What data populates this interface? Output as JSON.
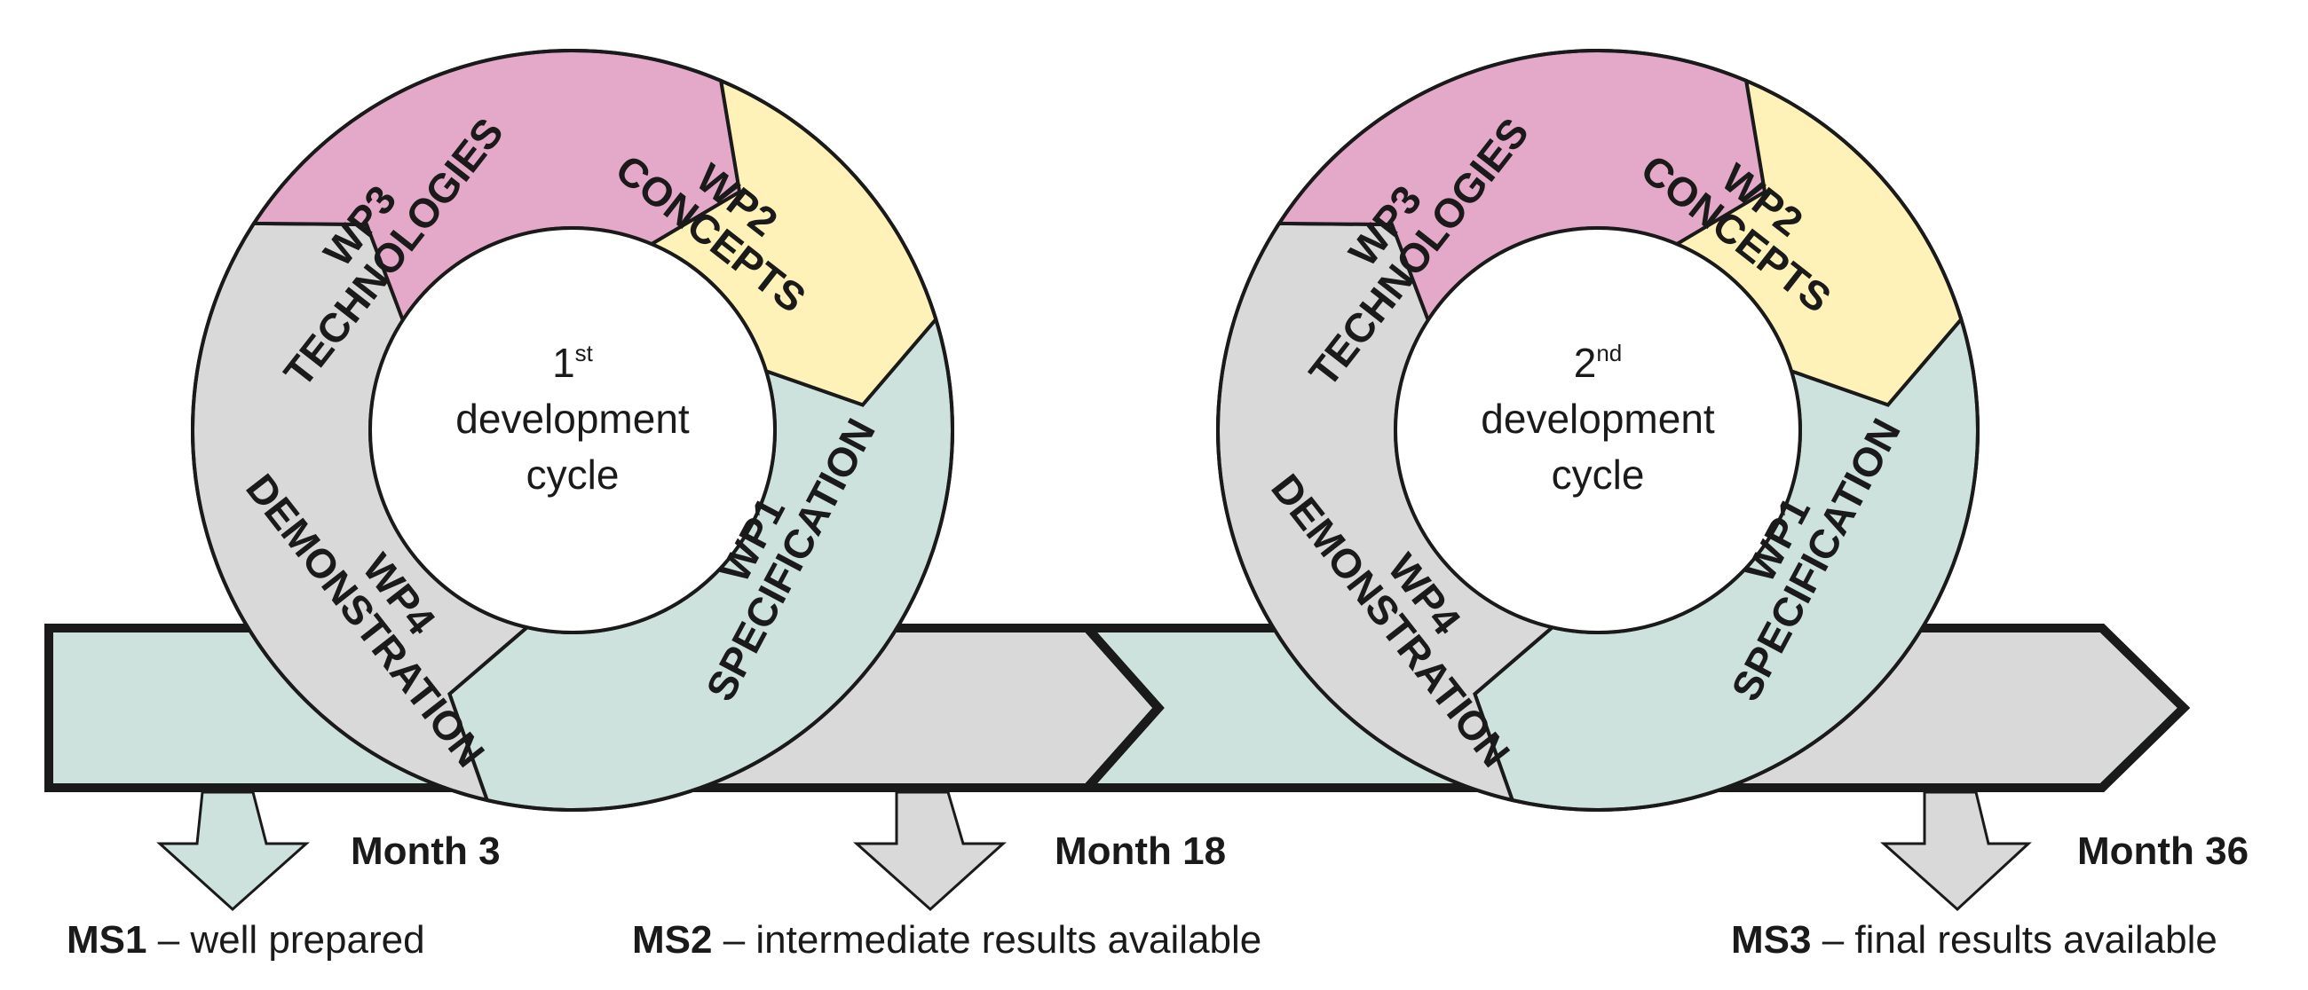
{
  "colors": {
    "teal": "#cde2dc",
    "grey": "#d9d9d9",
    "pink": "#e4a9c9",
    "yellow": "#fff2b8",
    "outline": "#1a1a1a"
  },
  "cycles": [
    {
      "num": "1",
      "sup": "st",
      "line2": "development",
      "line3": "cycle",
      "wp1": {
        "code": "WP1",
        "name": "SPECIFICATION"
      },
      "wp2": {
        "code": "WP2",
        "name": "CONCEPTS"
      },
      "wp3": {
        "code": "WP3",
        "name": "TECHNOLOGIES"
      },
      "wp4": {
        "code": "WP4",
        "name": "DEMONSTRATION"
      }
    },
    {
      "num": "2",
      "sup": "nd",
      "line2": "development",
      "line3": "cycle",
      "wp1": {
        "code": "WP1",
        "name": "SPECIFICATION"
      },
      "wp2": {
        "code": "WP2",
        "name": "CONCEPTS"
      },
      "wp3": {
        "code": "WP3",
        "name": "TECHNOLOGIES"
      },
      "wp4": {
        "code": "WP4",
        "name": "DEMONSTRATION"
      }
    }
  ],
  "milestones": [
    {
      "month": "Month 3",
      "code": "MS1",
      "desc": " – well prepared"
    },
    {
      "month": "Month 18",
      "code": "MS2",
      "desc": " – intermediate results available"
    },
    {
      "month": "Month 36",
      "code": "MS3",
      "desc": " – final results available"
    }
  ]
}
